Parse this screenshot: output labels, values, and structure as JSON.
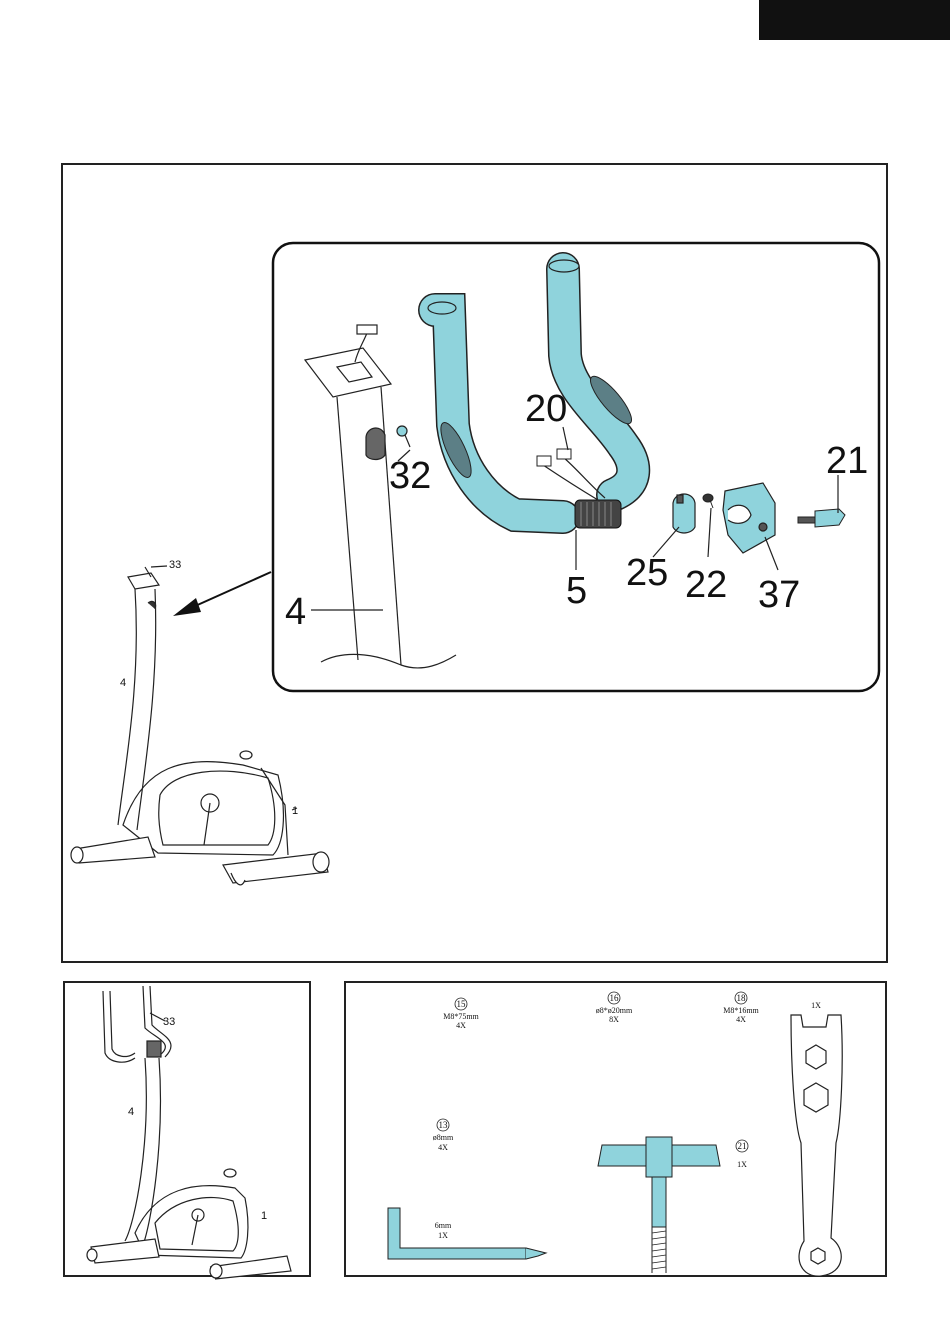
{
  "main": {
    "callouts": {
      "c20": "20",
      "c21": "21",
      "c32": "32",
      "c25": "25",
      "c22": "22",
      "c37": "37",
      "c5": "5",
      "c4": "4"
    },
    "overview": {
      "c33": "33",
      "c4": "4",
      "c1": "1"
    }
  },
  "assembled": {
    "c33": "33",
    "c4": "4",
    "c1": "1"
  },
  "hardware": {
    "items": [
      {
        "num": "15",
        "spec": "M8*75mm",
        "qty": "4X"
      },
      {
        "num": "16",
        "spec": "ø8*ø20mm",
        "qty": "8X"
      },
      {
        "num": "18",
        "spec": "M8*16mm",
        "qty": "4X"
      },
      {
        "num": "13",
        "spec": "ø8mm",
        "qty": "4X"
      },
      {
        "num": "21",
        "spec": "",
        "qty": "1X"
      }
    ],
    "wrench": {
      "qty": "1X"
    },
    "allen_key": {
      "spec": "6mm",
      "qty": "1X"
    }
  },
  "colors": {
    "part_fill": "#8fd3dc",
    "line": "#1a1a1a"
  }
}
